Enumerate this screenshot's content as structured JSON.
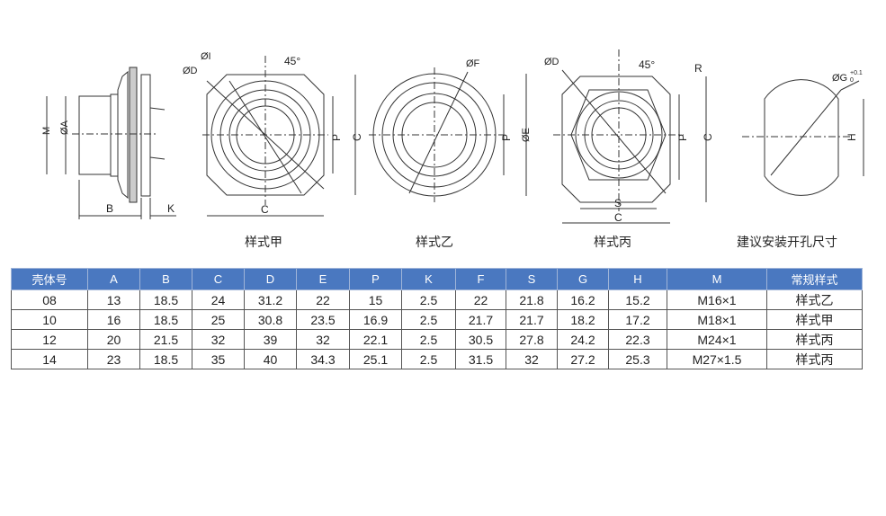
{
  "drawing": {
    "side_view": {
      "M": "M",
      "A": "ØA",
      "B": "B",
      "K": "K"
    },
    "style_a": {
      "I": "ØI",
      "D": "ØD",
      "angle": "45°",
      "P": "P",
      "C_v": "C",
      "C_h": "C",
      "caption": "样式甲"
    },
    "style_b": {
      "F": "ØF",
      "P": "P",
      "E": "ØE",
      "caption": "样式乙"
    },
    "style_c": {
      "D": "ØD",
      "angle": "45°",
      "R": "R",
      "P": "P",
      "C_v": "C",
      "S": "S",
      "C_h": "C",
      "caption": "样式丙"
    },
    "cutout": {
      "G": "ØG",
      "tol": "+0.1",
      "tol_low": "0",
      "H": "H",
      "caption": "建议安装开孔尺寸"
    }
  },
  "table": {
    "headers": [
      "壳体号",
      "A",
      "B",
      "C",
      "D",
      "E",
      "P",
      "K",
      "F",
      "S",
      "G",
      "H",
      "M",
      "常规样式"
    ],
    "rows": [
      [
        "08",
        "13",
        "18.5",
        "24",
        "31.2",
        "22",
        "15",
        "2.5",
        "22",
        "21.8",
        "16.2",
        "15.2",
        "M16×1",
        "样式乙"
      ],
      [
        "10",
        "16",
        "18.5",
        "25",
        "30.8",
        "23.5",
        "16.9",
        "2.5",
        "21.7",
        "21.7",
        "18.2",
        "17.2",
        "M18×1",
        "样式甲"
      ],
      [
        "12",
        "20",
        "21.5",
        "32",
        "39",
        "32",
        "22.1",
        "2.5",
        "30.5",
        "27.8",
        "24.2",
        "22.3",
        "M24×1",
        "样式丙"
      ],
      [
        "14",
        "23",
        "18.5",
        "35",
        "40",
        "34.3",
        "25.1",
        "2.5",
        "31.5",
        "32",
        "27.2",
        "25.3",
        "M27×1.5",
        "样式丙"
      ]
    ]
  }
}
